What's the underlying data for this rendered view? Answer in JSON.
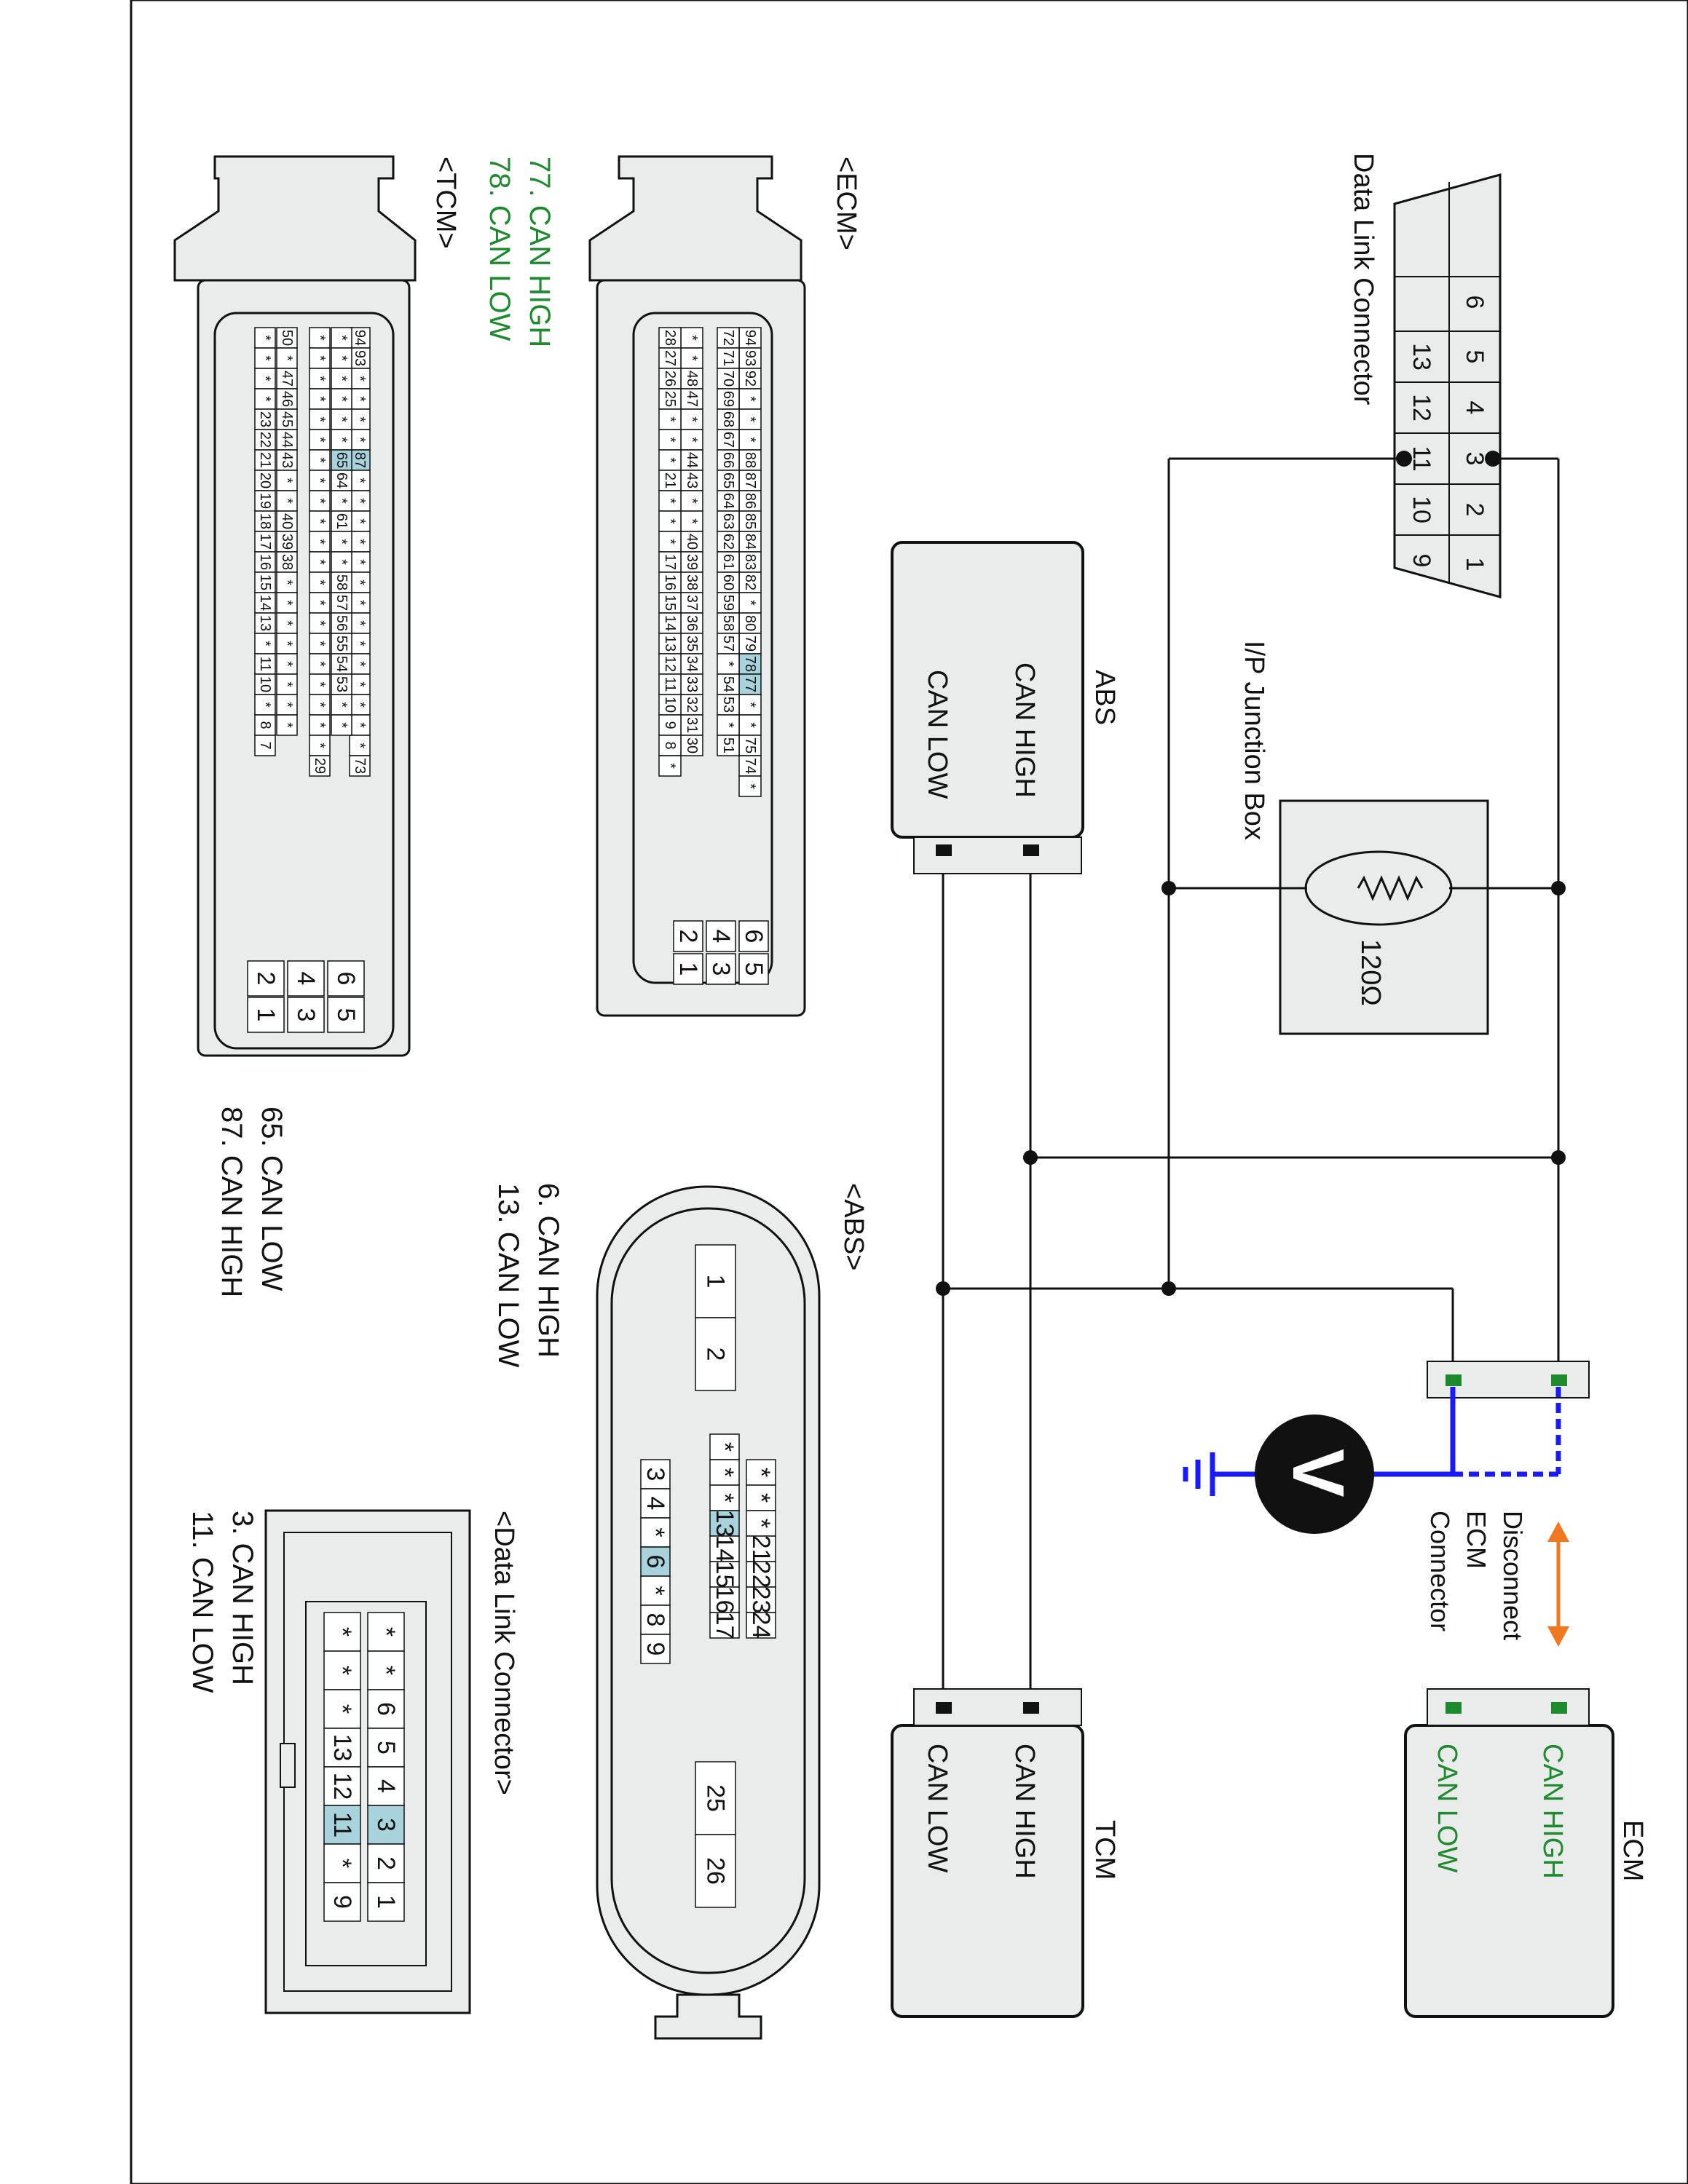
{
  "dlc": {
    "title": "Data Link Connector",
    "pins_row1": [
      "6",
      "5",
      "4",
      "3",
      "2",
      "1"
    ],
    "pins_row2": [
      "13",
      "12",
      "11",
      "10",
      "9"
    ]
  },
  "junction": {
    "title": "I/P Junction Box",
    "resistor": "120Ω"
  },
  "abs_module": {
    "title": "ABS",
    "can_high": "CAN HIGH",
    "can_low": "CAN LOW"
  },
  "tcm_module": {
    "title": "TCM",
    "can_high": "CAN HIGH",
    "can_low": "CAN LOW"
  },
  "ecm_module": {
    "title": "ECM",
    "can_high": "CAN HIGH",
    "can_low": "CAN LOW"
  },
  "meter": {
    "symbol": "V"
  },
  "instruction": {
    "lines": [
      "Disconnect",
      "ECM",
      "Connector"
    ]
  },
  "ecm_connector": {
    "title": "<ECM>",
    "legend": [
      "77. CAN HIGH",
      "78. CAN LOW"
    ]
  },
  "tcm_connector": {
    "title": "<TCM>",
    "legend": [
      "65. CAN LOW",
      "87. CAN HIGH"
    ]
  },
  "abs_connector": {
    "title": "<ABS>",
    "legend": [
      "6. CAN HIGH",
      "13. CAN LOW"
    ],
    "big_pins": [
      "1",
      "2",
      "25",
      "26"
    ]
  },
  "dlc_connector": {
    "title": "<Data Link Connector>",
    "legend": [
      "3. CAN HIGH",
      "11. CAN LOW"
    ],
    "top_row": [
      "*",
      "*",
      "6",
      "5",
      "4",
      "3",
      "2",
      "1"
    ],
    "bottom_row": [
      "*",
      "*",
      "*",
      "13",
      "12",
      "11",
      "*",
      "9"
    ]
  },
  "colors": {
    "highlight": "#a9d3dc",
    "wire": "#111111",
    "meter_probe": "#1a1aff",
    "ecm_text": "#1e8a2e",
    "arrow": "#f07820",
    "box_fill": "#eaecec"
  }
}
